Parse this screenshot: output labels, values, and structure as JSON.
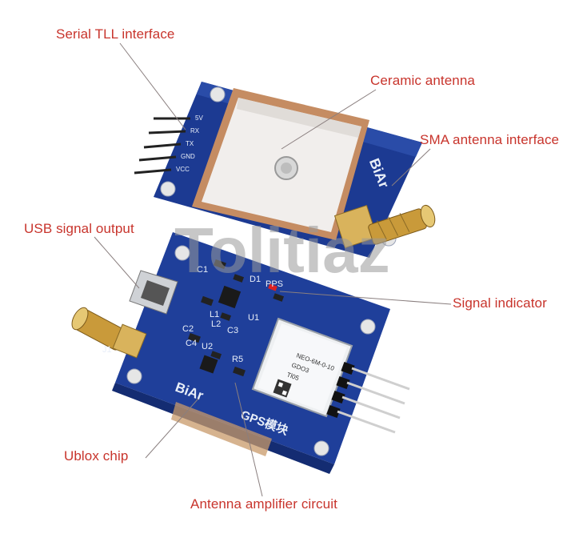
{
  "labels": {
    "serial_ttl": "Serial TLL interface",
    "ceramic_antenna": "Ceramic antenna",
    "sma_interface": "SMA antenna interface",
    "usb_output": "USB signal output",
    "signal_indicator": "Signal indicator",
    "ublox_chip": "Ublox chip",
    "antenna_amplifier": "Antenna amplifier circuit"
  },
  "board_silkscreen": {
    "brand": "BiAr",
    "module_name": "GPS模块",
    "pins": [
      "5V",
      "RX",
      "TX",
      "GND",
      "VCC"
    ],
    "components": [
      "C1",
      "C2",
      "C3",
      "C4",
      "L1",
      "L2",
      "R5",
      "D1",
      "PPS",
      "U1",
      "U2",
      "J1"
    ],
    "chip_marking": [
      "NEO-6M-0-10",
      "GDO3",
      "Tl05"
    ]
  },
  "watermark": "Tolitiaz",
  "colors": {
    "callout_text": "#c8342c",
    "pcb_blue": "#1f3f9a",
    "ceramic_patch": "#f1eeec",
    "copper": "#c89a6a",
    "gold": "#c99a3a"
  }
}
